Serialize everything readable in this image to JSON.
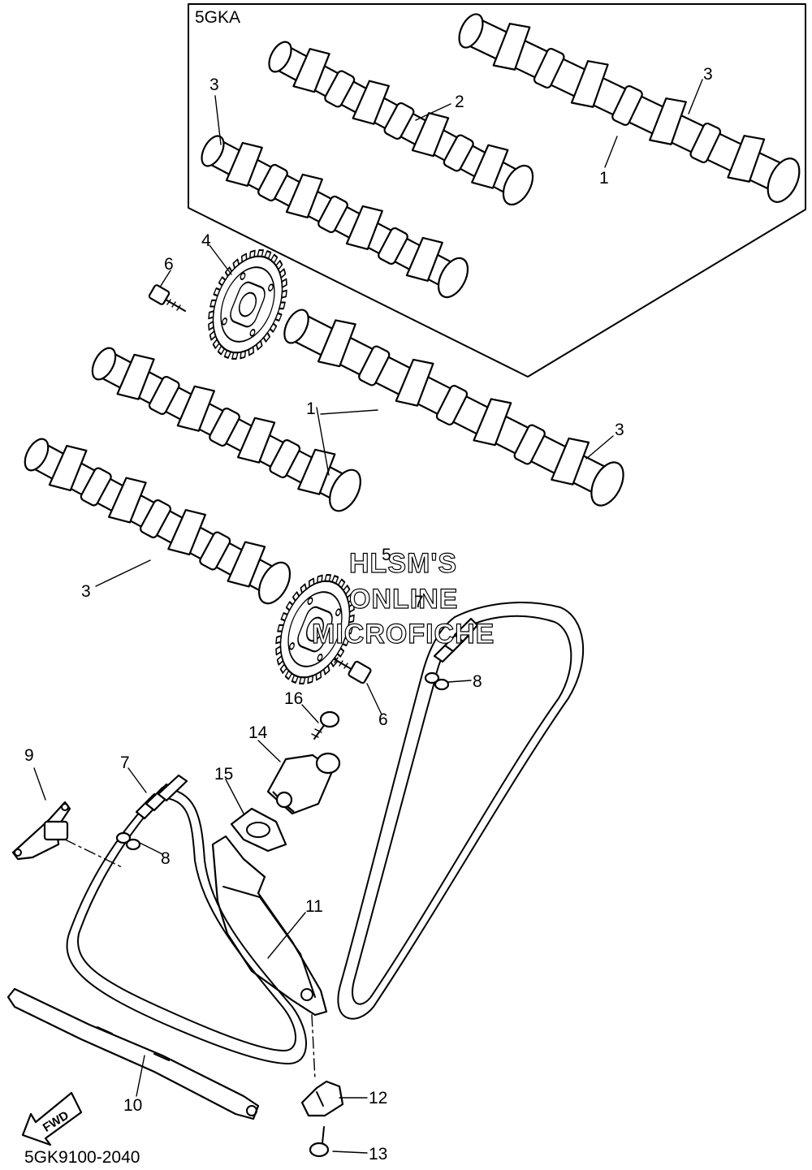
{
  "header": {
    "group_label": "5GKA"
  },
  "footer": {
    "code": "5GK9100-2040"
  },
  "watermark": {
    "line1": "HLSM'S",
    "line2": "ONLINE",
    "line3": "MICROFICHE"
  },
  "fwd": "FWD",
  "callouts": {
    "c1a": "1",
    "c1b": "1",
    "c2": "2",
    "c3a": "3",
    "c3b": "3",
    "c3c": "3",
    "c3d": "3",
    "c4": "4",
    "c5": "5",
    "c6a": "6",
    "c6b": "6",
    "c7a": "7",
    "c7b": "7",
    "c8a": "8",
    "c8b": "8",
    "c9": "9",
    "c10": "10",
    "c11": "11",
    "c12": "12",
    "c13": "13",
    "c14": "14",
    "c15": "15",
    "c16": "16"
  }
}
